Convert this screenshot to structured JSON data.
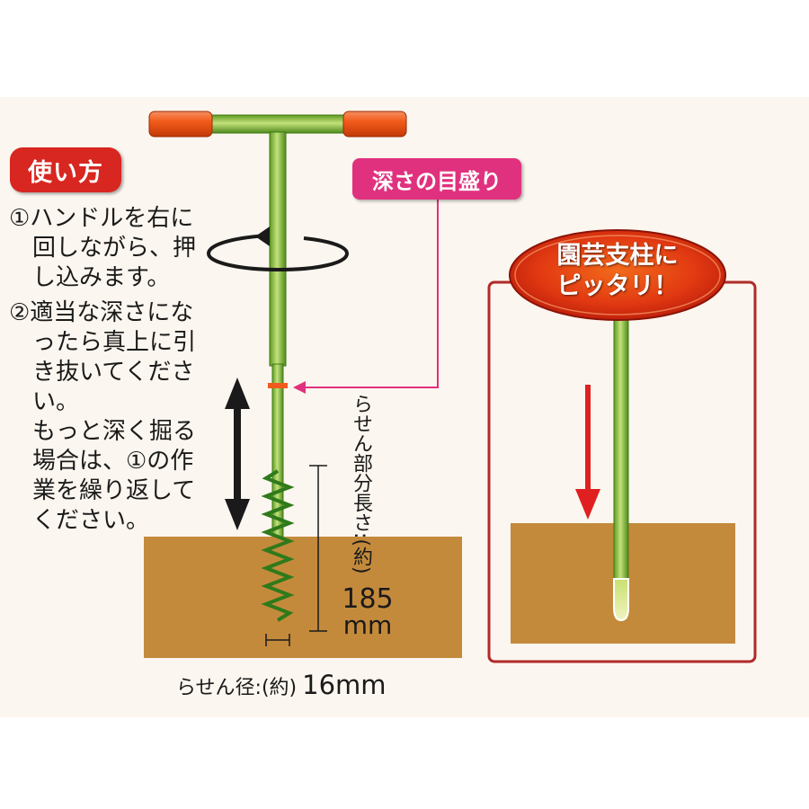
{
  "usage": {
    "title": "使い方",
    "step1_lines": [
      "①ハンドルを右に",
      "　回しながら、押",
      "　し込みます。"
    ],
    "step2_lines": [
      "②適当な深さにな",
      "　ったら真上に引",
      "　き抜いてくださ",
      "　い。",
      "　もっと深く掘る",
      "　場合は、①の作",
      "　業を繰り返して",
      "　ください。"
    ]
  },
  "depth_scale_label": "深さの目盛り",
  "spiral_length": {
    "label": "らせん部分長さ:(約)",
    "value": "185",
    "unit": "mm"
  },
  "spiral_diameter": {
    "label": "らせん径:(約)",
    "value": "16mm"
  },
  "stake_badge": {
    "line1": "園芸支柱に",
    "line2": "ピッタリ！"
  },
  "colors": {
    "handle_orange": "#f05a1e",
    "shaft_green": "#7fb83a",
    "soil": "#c48a3c",
    "usage_red": "#d82620",
    "depth_pink": "#e0317e",
    "stake_frame": "#b02a2a",
    "arrow_red": "#e02020"
  }
}
